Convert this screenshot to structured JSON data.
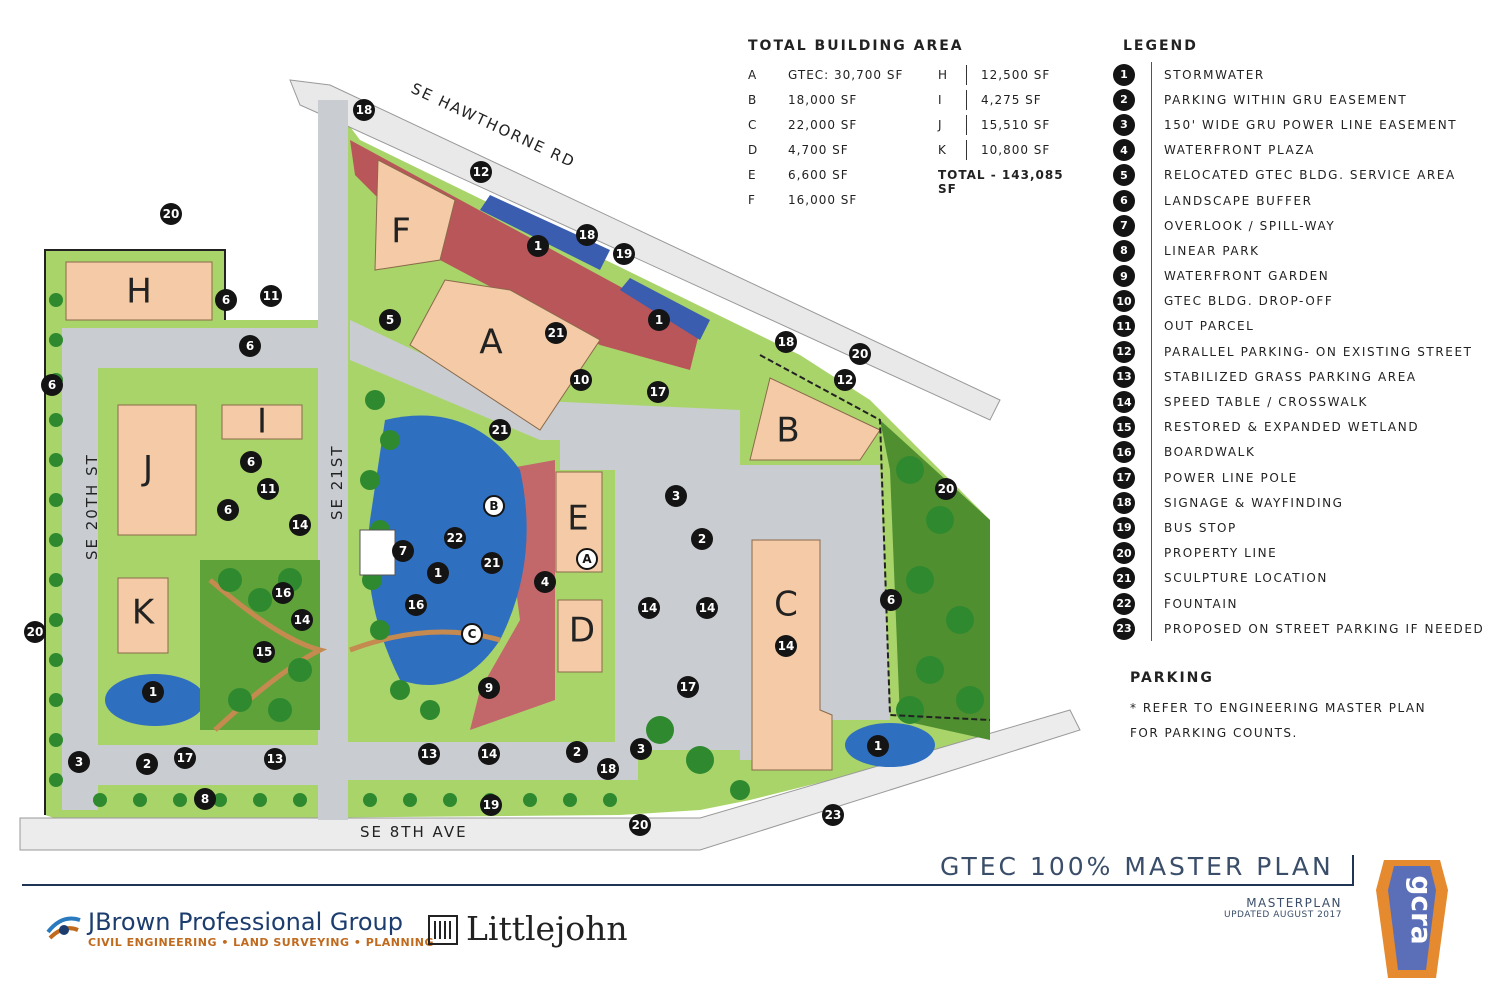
{
  "map": {
    "roads": {
      "hawthorne": "SE HAWTHORNE RD",
      "eighth_ave": "SE 8TH AVE",
      "twentieth_st": "SE 20TH ST",
      "twentyfirst_st": "SE 21ST"
    },
    "buildings": [
      "A",
      "B",
      "C",
      "D",
      "E",
      "F",
      "H",
      "I",
      "J",
      "K"
    ],
    "lettered_markers": [
      "A",
      "B",
      "C"
    ],
    "markers": [
      "1",
      "1",
      "1",
      "1",
      "1",
      "2",
      "2",
      "2",
      "3",
      "3",
      "3",
      "4",
      "5",
      "6",
      "6",
      "6",
      "6",
      "6",
      "6",
      "7",
      "8",
      "9",
      "10",
      "11",
      "11",
      "12",
      "12",
      "13",
      "13",
      "14",
      "14",
      "14",
      "14",
      "14",
      "14",
      "15",
      "16",
      "16",
      "17",
      "17",
      "17",
      "18",
      "18",
      "18",
      "18",
      "19",
      "19",
      "20",
      "20",
      "20",
      "20",
      "20",
      "21",
      "21",
      "21",
      "22",
      "23"
    ],
    "colors": {
      "asphalt": "#c9ccd1",
      "building": "#f4cba6",
      "lawn": "#7fbf3f",
      "water": "#2f6fbf",
      "paving": "#b8565a",
      "tree": "#2f8a2f"
    }
  },
  "building_area": {
    "title": "TOTAL BUILDING AREA",
    "left": [
      {
        "key": "A",
        "value": "GTEC: 30,700 SF"
      },
      {
        "key": "B",
        "value": "18,000 SF"
      },
      {
        "key": "C",
        "value": "22,000 SF"
      },
      {
        "key": "D",
        "value": "4,700 SF"
      },
      {
        "key": "E",
        "value": "6,600 SF"
      },
      {
        "key": "F",
        "value": "16,000 SF"
      }
    ],
    "right": [
      {
        "key": "H",
        "value": "12,500 SF"
      },
      {
        "key": "I",
        "value": "4,275 SF"
      },
      {
        "key": "J",
        "value": "15,510 SF"
      },
      {
        "key": "K",
        "value": "10,800 SF"
      }
    ],
    "total": "TOTAL - 143,085 SF"
  },
  "legend": {
    "title": "LEGEND",
    "items": [
      {
        "num": "1",
        "text": "STORMWATER"
      },
      {
        "num": "2",
        "text": "PARKING WITHIN GRU EASEMENT"
      },
      {
        "num": "3",
        "text": "150' WIDE GRU POWER LINE EASEMENT"
      },
      {
        "num": "4",
        "text": "WATERFRONT PLAZA"
      },
      {
        "num": "5",
        "text": "RELOCATED GTEC BLDG. SERVICE AREA"
      },
      {
        "num": "6",
        "text": "LANDSCAPE BUFFER"
      },
      {
        "num": "7",
        "text": "OVERLOOK / SPILL-WAY"
      },
      {
        "num": "8",
        "text": "LINEAR PARK"
      },
      {
        "num": "9",
        "text": "WATERFRONT GARDEN"
      },
      {
        "num": "10",
        "text": "GTEC BLDG. DROP-OFF"
      },
      {
        "num": "11",
        "text": "OUT PARCEL"
      },
      {
        "num": "12",
        "text": "PARALLEL PARKING- ON EXISTING STREET"
      },
      {
        "num": "13",
        "text": "STABILIZED GRASS PARKING AREA"
      },
      {
        "num": "14",
        "text": "SPEED TABLE / CROSSWALK"
      },
      {
        "num": "15",
        "text": "RESTORED & EXPANDED WETLAND"
      },
      {
        "num": "16",
        "text": "BOARDWALK"
      },
      {
        "num": "17",
        "text": "POWER LINE POLE"
      },
      {
        "num": "18",
        "text": "SIGNAGE & WAYFINDING"
      },
      {
        "num": "19",
        "text": "BUS STOP"
      },
      {
        "num": "20",
        "text": "PROPERTY LINE"
      },
      {
        "num": "21",
        "text": "SCULPTURE LOCATION"
      },
      {
        "num": "22",
        "text": "FOUNTAIN"
      },
      {
        "num": "23",
        "text": "PROPOSED ON STREET PARKING IF NEEDED"
      }
    ]
  },
  "parking": {
    "title": "PARKING",
    "note": "* REFER TO ENGINEERING MASTER PLAN FOR PARKING COUNTS."
  },
  "footer": {
    "plan_title": "GTEC 100% MASTER PLAN",
    "plan_subtitle": "MASTERPLAN",
    "plan_date": "UPDATED AUGUST 2017",
    "firm1_name": "JBrown Professional Group",
    "firm1_tagline": "CIVIL ENGINEERING • LAND SURVEYING • PLANNING",
    "firm2_name": "Littlejohn",
    "agency_logo_text": "gcra"
  }
}
